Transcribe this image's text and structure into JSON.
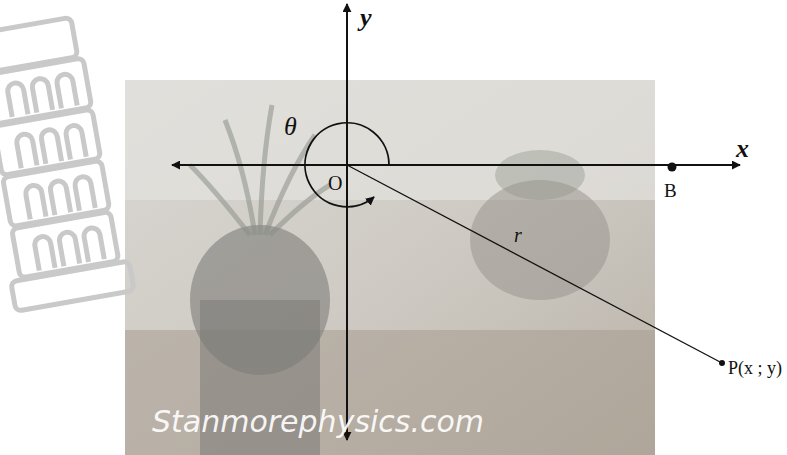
{
  "diagram": {
    "labels": [
      "y",
      "x",
      "θ",
      "O",
      "B",
      "r",
      "P(x ; y)",
      "Stanmorephysics.com"
    ]
  }
}
